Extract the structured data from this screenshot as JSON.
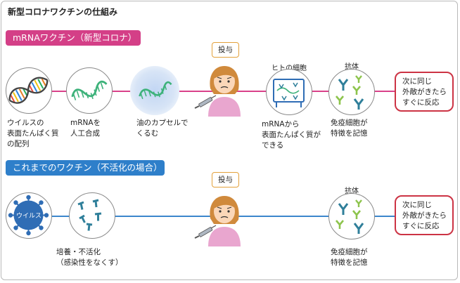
{
  "title": "新型コロナワクチンの仕組み",
  "mrna_section": {
    "label": "mRNAワクチン（新型コロナ）",
    "step1": "ウイルスの\n表面たんぱく質\nの配列",
    "step2": "mRNAを\n人工合成",
    "step3": "油のカプセルで\nくるむ",
    "inject_tag": "投与",
    "cell_label": "ヒトの細胞",
    "cell_caption": "mRNAから\n表面たんぱく質が\nできる",
    "antibody_label": "抗体",
    "antibody_caption": "免疫細胞が\n特徴を記憶",
    "result": "次に同じ\n外敵がきたら\nすぐに反応"
  },
  "inactivated_section": {
    "label": "これまでのワクチン（不活化の場合）",
    "virus_label": "ウイルス",
    "step_caption": "培養・不活化\n（感染性をなくす）",
    "inject_tag": "投与",
    "antibody_label": "抗体",
    "antibody_caption": "免疫細胞が\n特徴を記憶",
    "result": "次に同じ\n外敵がきたら\nすぐに反応"
  },
  "colors": {
    "mrna_accent": "#d43f87",
    "inactivated_accent": "#2e7fca",
    "result_border": "#cc3344",
    "tag_border": "#e3a13b",
    "mrna_strand": "#3db27a",
    "antibody_teal": "#2f7f9a",
    "antibody_green": "#8dc44c"
  }
}
